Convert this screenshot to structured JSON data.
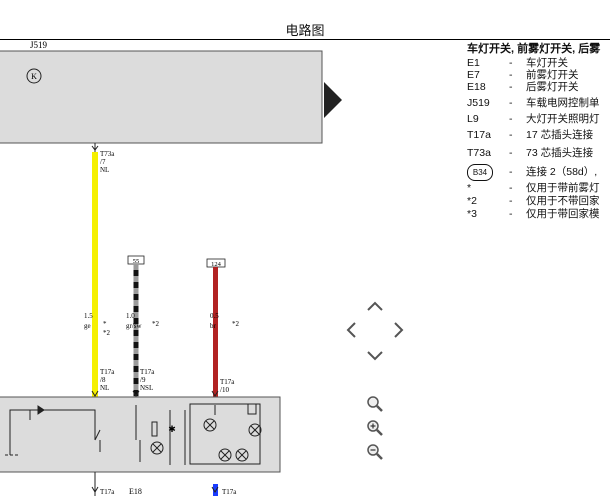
{
  "header": {
    "title": "电路图"
  },
  "diagram": {
    "module_label": "J519",
    "module_symbol": "K",
    "wires": [
      {
        "conn": "T73a",
        "pin": "/7",
        "code": "NL",
        "size": "1.5",
        "color_code": "ge",
        "notes": [
          "*",
          "*2"
        ],
        "end_conn": "T17a",
        "end_pin": "/8",
        "end_code": "NL",
        "color": "#f5f000"
      },
      {
        "conn": "55",
        "size": "1.0",
        "color_code": "gr/sw",
        "note": "*2",
        "end_conn": "T17a",
        "end_pin": "/9",
        "end_code": "NSL",
        "color": "#111111"
      },
      {
        "conn": "124",
        "size": "0.5",
        "color_code": "br",
        "note": "*2",
        "end_conn": "T17a",
        "end_pin": "/10",
        "color": "#b22222"
      }
    ],
    "bottom": [
      {
        "conn": "T17a"
      },
      {
        "label": "E18"
      },
      {
        "conn": "T17a"
      }
    ]
  },
  "legend": {
    "title": "车灯开关, 前雾灯开关, 后雾",
    "items": [
      {
        "code": "E1",
        "desc": "车灯开关"
      },
      {
        "code": "E7",
        "desc": "前雾灯开关"
      },
      {
        "code": "E18",
        "desc": "后雾灯开关"
      },
      {
        "code": "J519",
        "desc": "车载电网控制单"
      },
      {
        "code": "L9",
        "desc": "大灯开关照明灯"
      },
      {
        "code": "T17a",
        "desc": "17 芯插头连接"
      },
      {
        "code": "T73a",
        "desc": "73 芯插头连接"
      },
      {
        "code": "B34",
        "desc": "连接 2（58d）,"
      },
      {
        "code": "*",
        "desc": "仅用于带前雾灯"
      },
      {
        "code": "*2",
        "desc": "仅用于不带回家"
      },
      {
        "code": "*3",
        "desc": "仅用于带回家模"
      }
    ]
  },
  "nav": {
    "up": "up-icon",
    "left": "left-icon",
    "right": "right-icon",
    "down": "down-icon",
    "zoom_fit": "zoom-fit-icon",
    "zoom_in": "zoom-in-icon",
    "zoom_out": "zoom-out-icon"
  }
}
